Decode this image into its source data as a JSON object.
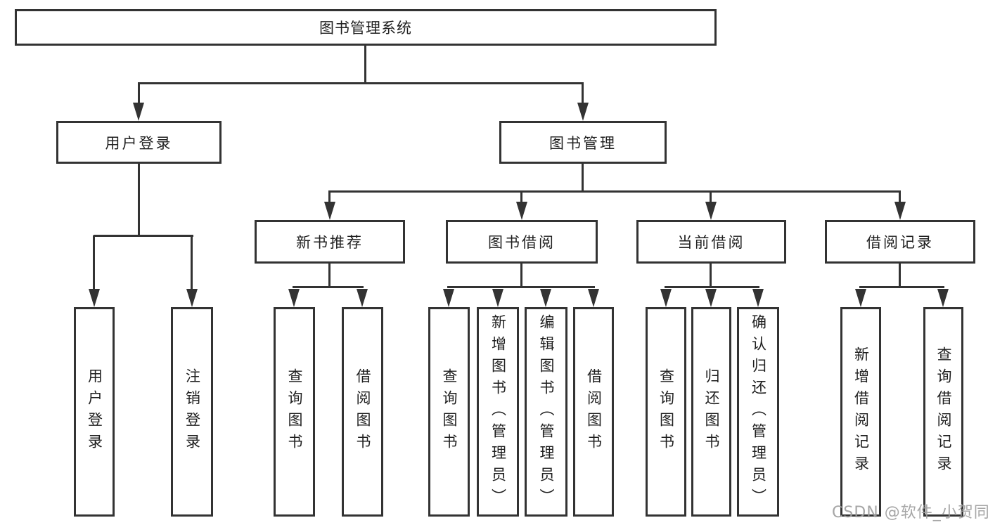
{
  "diagram": {
    "title": "图书管理系统",
    "root": {
      "label": "图书管理系统"
    },
    "branches": [
      {
        "label": "用户登录"
      },
      {
        "label": "图书管理"
      }
    ],
    "modules": [
      {
        "label": "新书推荐"
      },
      {
        "label": "图书借阅"
      },
      {
        "label": "当前借阅"
      },
      {
        "label": "借阅记录"
      }
    ],
    "leaves": {
      "user_login": [
        "用户登录",
        "注销登录"
      ],
      "new_book_recommend": [
        "查询图书",
        "借阅图书"
      ],
      "book_borrow": [
        "查询图书",
        "新增图书（管理员）",
        "编辑图书（管理员）",
        "借阅图书"
      ],
      "current_borrow": [
        "查询图书",
        "归还图书",
        "确认归还（管理员）"
      ],
      "borrow_records": [
        "新增借阅记录",
        "查询借阅记录"
      ]
    }
  },
  "watermark": {
    "text": "CSDN @软件_小贺同学"
  },
  "colors": {
    "line": "#333333",
    "text": "#1f1f1f",
    "watermark": "#9e9e9e",
    "background": "#ffffff"
  }
}
